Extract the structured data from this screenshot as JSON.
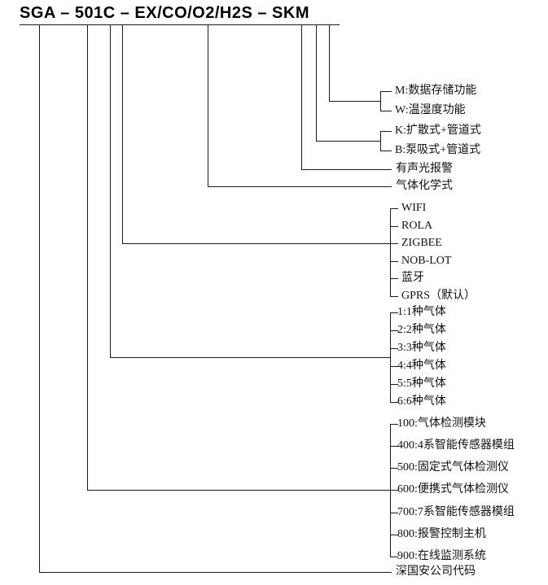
{
  "header": {
    "model_code": "SGA – 501C – EX/CO/O2/H2S – SKM"
  },
  "annotations": {
    "mw_group": [
      "M:数据存储功能",
      "W:温湿度功能"
    ],
    "kb_group": [
      "K:扩散式+管道式",
      "B:泵吸式+管道式"
    ],
    "alarm": "有声光报警",
    "gas_formula": "气体化学式",
    "comm_group": [
      "WIFI",
      "ROLA",
      "ZIGBEE",
      "NOB-LOT",
      "蓝牙",
      "GPRS（默认）"
    ],
    "gas_count_group": [
      "1:1种气体",
      "2:2种气体",
      "3:3种气体",
      "4:4种气体",
      "5:5种气体",
      "6:6种气体"
    ],
    "series_group": [
      "100:气体检测模块",
      "400:4系智能传感器模组",
      "500:固定式气体检测仪",
      "600:便携式气体检测仪",
      "700:7系智能传感器模组",
      "800:报警控制主机",
      "900:在线监测系统"
    ],
    "company": "深国安公司代码"
  }
}
